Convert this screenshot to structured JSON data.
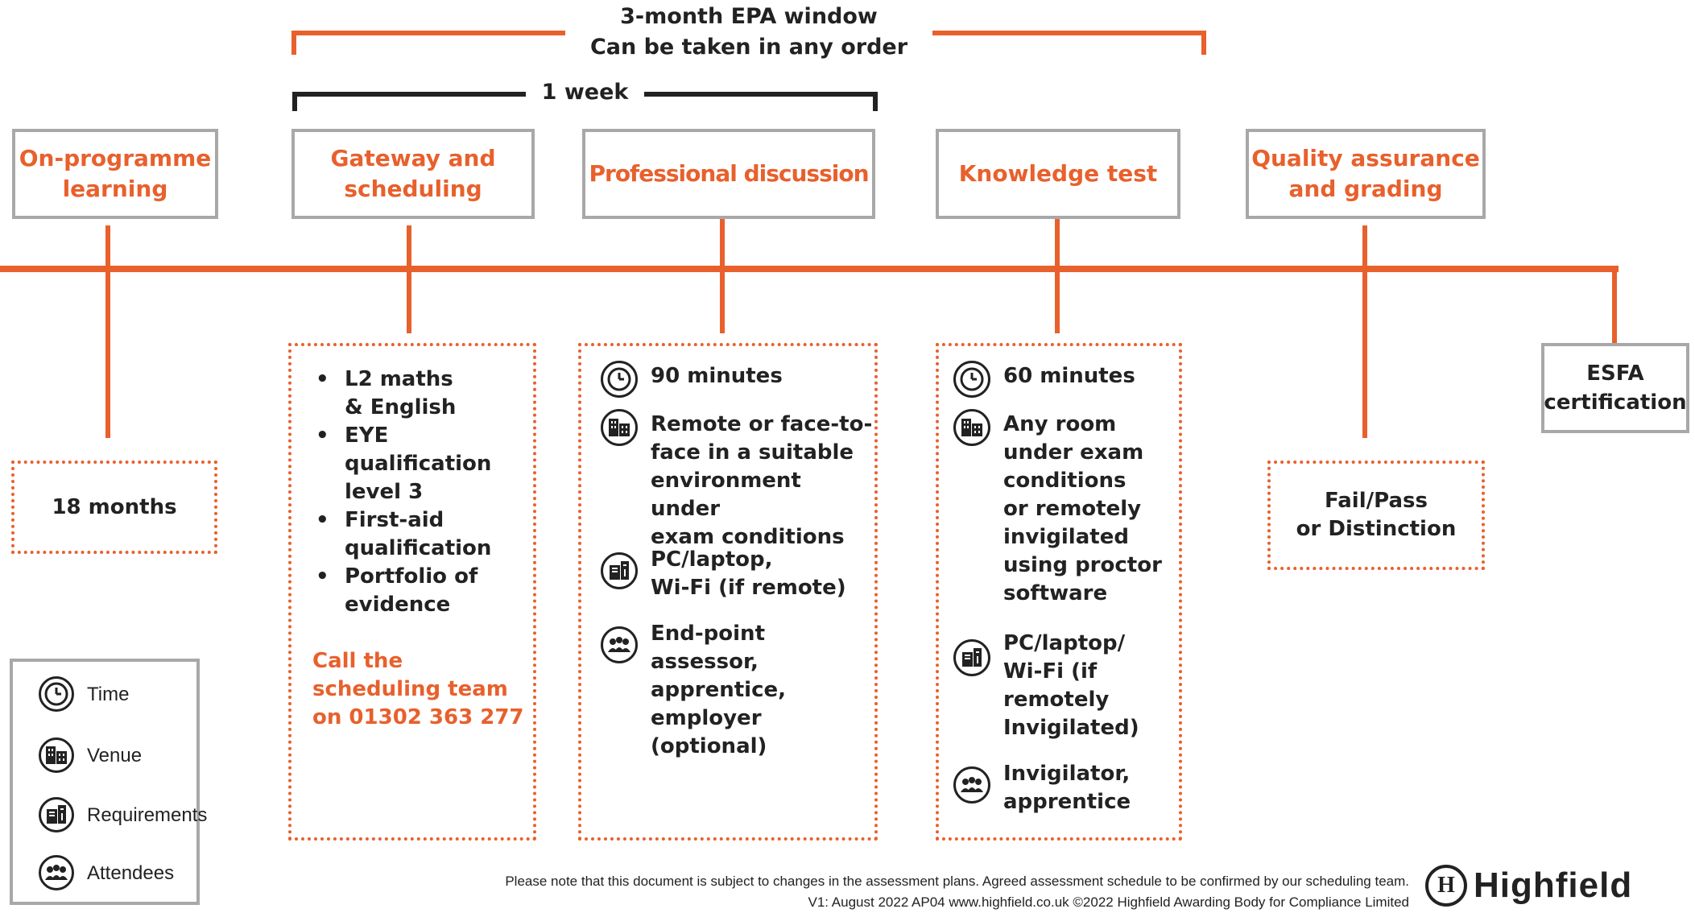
{
  "header": {
    "epa_window_line1": "3-month EPA window",
    "epa_window_line2": "Can be taken in any order",
    "one_week": "1 week"
  },
  "stages": {
    "on_programme": {
      "line1": "On-programme",
      "line2": "learning"
    },
    "gateway": {
      "line1": "Gateway and",
      "line2": "scheduling"
    },
    "professional_discussion": "Professional discussion",
    "knowledge_test": "Knowledge test",
    "quality_assurance": {
      "line1": "Quality assurance",
      "line2": "and grading"
    },
    "esfa": {
      "line1": "ESFA",
      "line2": "certification"
    }
  },
  "on_programme_duration": "18 months",
  "gateway_requirements": [
    [
      "L2 maths",
      "& English"
    ],
    [
      "EYE",
      "qualification",
      "level 3"
    ],
    [
      "First-aid",
      "qualification"
    ],
    [
      "Portfolio of",
      "evidence"
    ]
  ],
  "gateway_call": {
    "line1": "Call the",
    "line2": "scheduling team",
    "line3": "on 01302 363 277"
  },
  "professional_discussion_details": {
    "time": "90 minutes",
    "venue": [
      "Remote or face-to-",
      "face in a suitable",
      "environment under",
      "exam conditions"
    ],
    "requirements": [
      "PC/laptop,",
      "Wi-Fi (if remote)"
    ],
    "attendees": [
      "End-point assessor,",
      "apprentice,",
      "employer (optional)"
    ]
  },
  "knowledge_test_details": {
    "time": "60 minutes",
    "venue": [
      "Any room",
      "under exam",
      "conditions",
      "or remotely",
      "invigilated",
      "using proctor",
      "software"
    ],
    "requirements": [
      "PC/laptop/",
      "Wi-Fi (if",
      "remotely",
      "Invigilated)"
    ],
    "attendees": [
      "Invigilator,",
      "apprentice"
    ]
  },
  "grading": {
    "line1": "Fail/Pass",
    "line2": "or Distinction"
  },
  "legend": {
    "time": "Time",
    "venue": "Venue",
    "requirements": "Requirements",
    "attendees": "Attendees"
  },
  "icons": {
    "time": "clock-icon",
    "venue": "building-icon",
    "requirements": "document-icon",
    "attendees": "people-icon"
  },
  "footer": {
    "line1": "Please note that this document is subject to changes in the assessment plans.  Agreed assessment schedule to be confirmed by our scheduling team.",
    "line2": "V1: August 2022 AP04   www.highfield.co.uk   ©2022 Highfield Awarding Body for Compliance Limited"
  },
  "logo": {
    "text": "Highfield",
    "emblem": "H"
  },
  "colors": {
    "accent": "#e8602c",
    "box_border": "#a8a8a8",
    "text": "#222222"
  }
}
